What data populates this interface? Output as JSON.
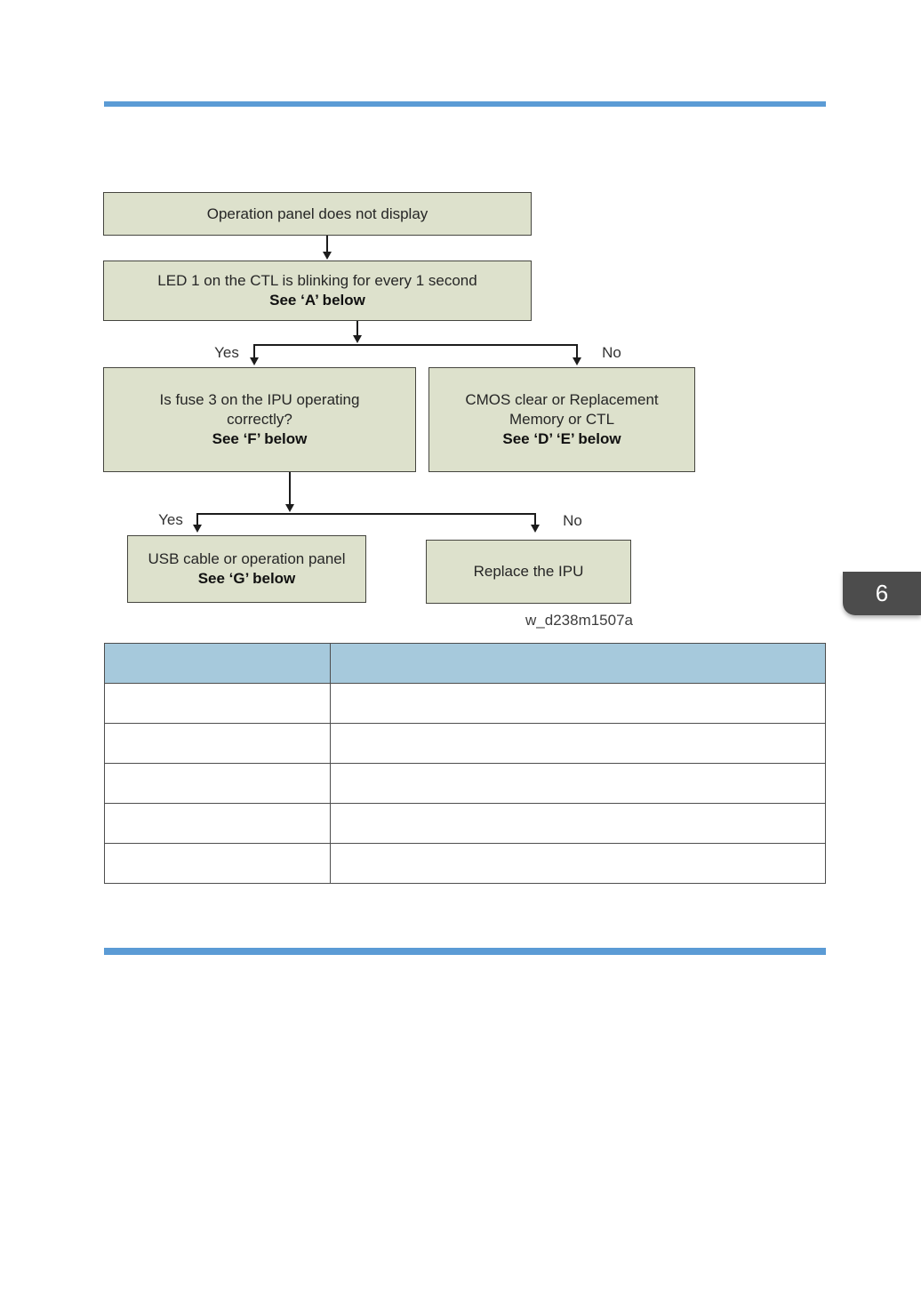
{
  "colors": {
    "rule_blue": "#5b9bd5",
    "node_fill": "#dde1cc",
    "node_border": "#45453f",
    "connector": "#1c1c1c",
    "table_header_blue": "#a6c9dc",
    "table_border": "#4d4d4d",
    "tab_bg": "#4c4c4c",
    "tab_text": "#ffffff"
  },
  "page": {
    "chapter_tab": "6"
  },
  "flowchart": {
    "node_start": {
      "line1": "Operation panel does not display"
    },
    "node_led": {
      "line1": "LED 1 on the CTL is blinking for every 1 second",
      "bold": "See ‘A’ below"
    },
    "node_fuse": {
      "line1": "Is fuse 3 on the IPU operating",
      "line2": "correctly?",
      "bold": "See ‘F’ below"
    },
    "node_cmos": {
      "line1": "CMOS clear or Replacement",
      "line2": "Memory or CTL",
      "bold": "See ‘D’ ‘E’ below"
    },
    "node_usb": {
      "line1": "USB cable or operation panel",
      "bold": "See ‘G’ below"
    },
    "node_replace": {
      "line1": "Replace the IPU"
    },
    "branch1": {
      "yes": "Yes",
      "no": "No"
    },
    "branch2": {
      "yes": "Yes",
      "no": "No"
    },
    "caption": "w_d238m1507a"
  },
  "table": {
    "header": [
      "",
      ""
    ],
    "rows": [
      [
        "",
        ""
      ],
      [
        "",
        ""
      ],
      [
        "",
        ""
      ],
      [
        "",
        ""
      ],
      [
        "",
        ""
      ]
    ]
  }
}
